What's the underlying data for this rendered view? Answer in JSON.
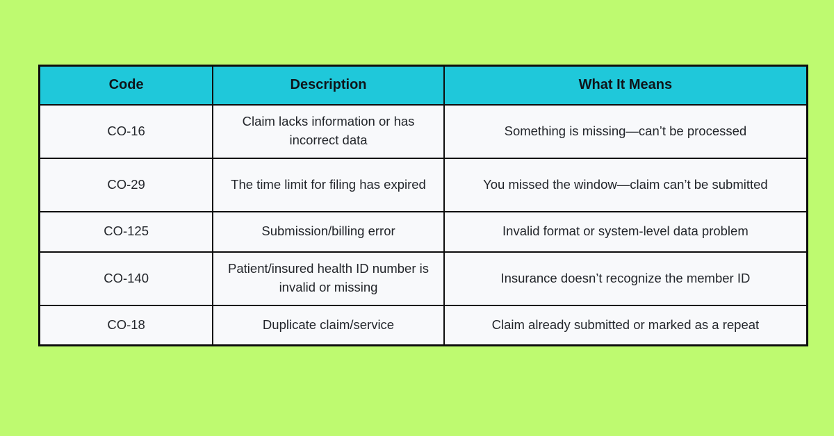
{
  "colors": {
    "background": "#BEFA70",
    "header_bg": "#1FC8DA",
    "cell_bg": "#F8F9FB",
    "border": "#0d0d0d",
    "header_text": "#0f1419",
    "body_text": "#23262b"
  },
  "chart_data": {
    "type": "table",
    "title": "",
    "columns": [
      "Code",
      "Description",
      "What It Means"
    ],
    "rows": [
      {
        "code": "CO-16",
        "description": "Claim lacks information or has incorrect data",
        "meaning": "Something is missing—can’t be processed"
      },
      {
        "code": "CO-29",
        "description": "The time limit for filing has expired",
        "meaning": "You missed the window—claim can’t be submitted"
      },
      {
        "code": "CO-125",
        "description": "Submission/billing error",
        "meaning": "Invalid format or system-level data problem"
      },
      {
        "code": "CO-140",
        "description": "Patient/insured health ID number is invalid or missing",
        "meaning": "Insurance doesn’t recognize the member ID"
      },
      {
        "code": "CO-18",
        "description": "Duplicate claim/service",
        "meaning": "Claim already submitted or marked as a repeat"
      }
    ]
  }
}
